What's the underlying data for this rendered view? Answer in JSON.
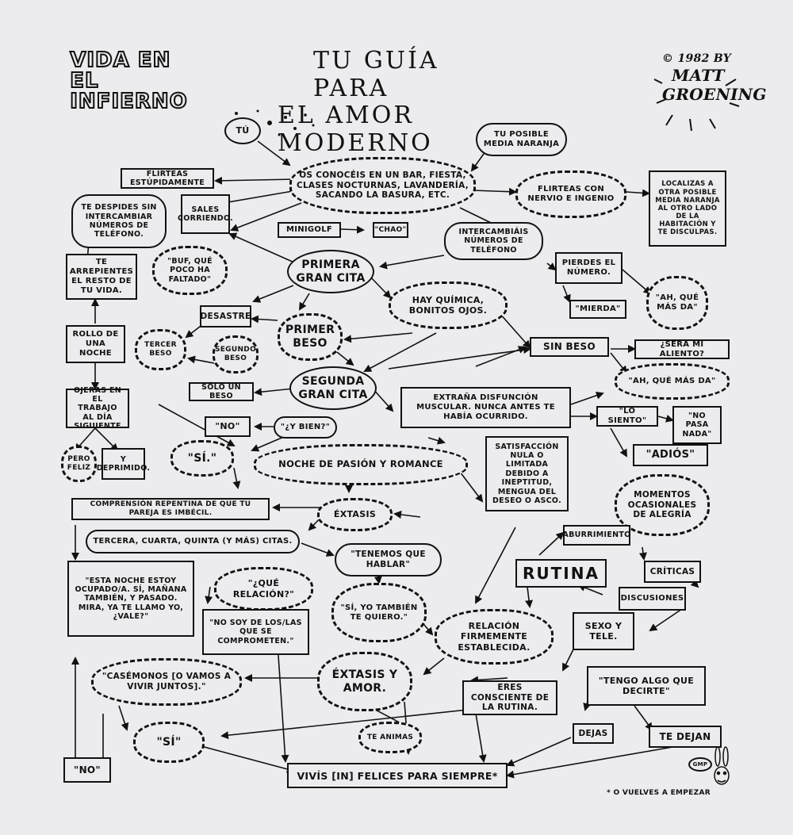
{
  "header": {
    "logo": "VIDA EN EL INFIERNO",
    "title_line1": "TU GUÍA PARA",
    "title_line2": "EL AMOR MODERNO",
    "credit_line1": "© 1982 BY",
    "credit_line2": "Matt",
    "credit_line3": "Groening"
  },
  "nodes": {
    "tu": "TÚ",
    "media_naranja": "TU POSIBLE MEDIA NARANJA",
    "os_conoceis": "OS CONOCÉIS EN UN BAR, FIESTA, CLASES NOCTURNAS, LAVANDERÍA, SACANDO LA BASURA, ETC.",
    "flirteas_estupidamente": "FLIRTEAS ESTÚPIDAMENTE",
    "flirteas_nervio": "FLIRTEAS CON NERVIO E INGENIO",
    "localizas": "LOCALIZAS A OTRA POSIBLE MEDIA NARANJA AL OTRO LADO DE LA HABITACIÓN Y TE DISCULPAS.",
    "te_despides": "TE DESPIDES SIN INTERCAMBIAR NÚMEROS DE TELÉFONO.",
    "sales_corriendo": "SALES CORRIENDO.",
    "minigolf": "MINIGOLF",
    "chao": "\"CHAO\"",
    "intercambiais": "INTERCAMBIÁIS NÚMEROS DE TELÉFONO",
    "te_arrepientes": "TE ARREPIENTES EL RESTO DE TU VIDA.",
    "buf": "\"BUF, QUÉ POCO HA FALTADO\"",
    "primera_cita": "PRIMERA GRAN CITA",
    "pierdes_numero": "PIERDES EL NÚMERO.",
    "mierda": "\"MIERDA\"",
    "ah_que_mas_da_1": "\"AH, QUÉ MÁS DA\"",
    "hay_quimica": "HAY QUÍMICA, BONITOS OJOS.",
    "desastre": "DESASTRE",
    "primer_beso": "PRIMER BESO",
    "tercer_beso": "TERCER BESO",
    "segundo_beso": "SEGUNDO BESO",
    "rollo_noche": "ROLLO DE UNA NOCHE",
    "sin_beso": "SIN BESO",
    "sera_aliento": "¿SERÁ MI ALIENTO?",
    "ah_que_mas_da_2": "\"AH, QUÉ MÁS DA\"",
    "segunda_cita": "SEGUNDA GRAN CITA",
    "solo_un_beso": "SÓLO UN BESO",
    "ojeras": "OJERAS EN EL TRABAJO AL DÍA SIGUIENTE",
    "extrana_disfuncion": "EXTRAÑA DISFUNCIÓN MUSCULAR. NUNCA ANTES TE HABÍA OCURRIDO.",
    "lo_siento": "\"LO SIENTO\"",
    "no_pasa_nada": "\"NO PASA NADA\"",
    "no_1": "\"NO\"",
    "y_bien": "\"¿Y BIEN?\"",
    "adios": "\"ADIÓS\"",
    "pero_feliz": "PERO FELIZ",
    "y_deprimido": "Y DEPRIMIDO.",
    "si_1": "\"SÍ.\"",
    "noche_pasion": "NOCHE DE PASIÓN Y ROMANCE",
    "satisfaccion": "SATISFACCIÓN NULA O LIMITADA DEBIDO A INEPTITUD, MENGUA DEL DESEO O ASCO.",
    "momentos": "MOMENTOS OCASIONALES DE ALEGRÍA",
    "comprension": "COMPRENSIÓN REPENTINA DE QUE TU PAREJA ES IMBÉCIL.",
    "extasis_1": "ÉXTASIS",
    "aburrimiento": "ABURRIMIENTO",
    "tercera_cuarta": "TERCERA, CUARTA, QUINTA (Y MÁS) CITAS.",
    "tenemos_hablar": "\"TENEMOS QUE HABLAR\"",
    "rutina": "RUTINA",
    "criticas": "CRÍTICAS",
    "esta_noche": "\"ESTA NOCHE ESTOY OCUPADO/A. SÍ, MAÑANA TAMBIÉN, Y PASADO. MIRA, YA TE LLAMO YO, ¿VALE?\"",
    "que_relacion": "\"¿QUÉ RELACIÓN?\"",
    "si_yo_tambien": "\"SÍ, YO TAMBIÉN TE QUIERO.\"",
    "discusiones": "DISCUSIONES",
    "no_soy": "\"NO SOY DE LOS/LAS QUE SE COMPROMETEN.\"",
    "relacion_firme": "RELACIÓN FIRMEMENTE ESTABLECIDA.",
    "sexo_tele": "SEXO Y TELE.",
    "casemonos": "\"CASÉMONOS [O VAMOS A VIVIR JUNTOS].\"",
    "extasis_amor": "ÉXTASIS Y AMOR.",
    "eres_consciente": "ERES CONSCIENTE DE LA RUTINA.",
    "tengo_algo": "\"TENGO ALGO QUE DECIRTE\"",
    "si_2": "\"SÍ\"",
    "te_animas": "TE ANIMAS",
    "dejas": "DEJAS",
    "te_dejan": "TE DEJAN",
    "no_2": "\"NO\"",
    "vivis_felices": "VIVÍS [IN] FELICES PARA SIEMPRE*",
    "footnote": "* O VUELVES A EMPEZAR",
    "signature": "GMP"
  }
}
